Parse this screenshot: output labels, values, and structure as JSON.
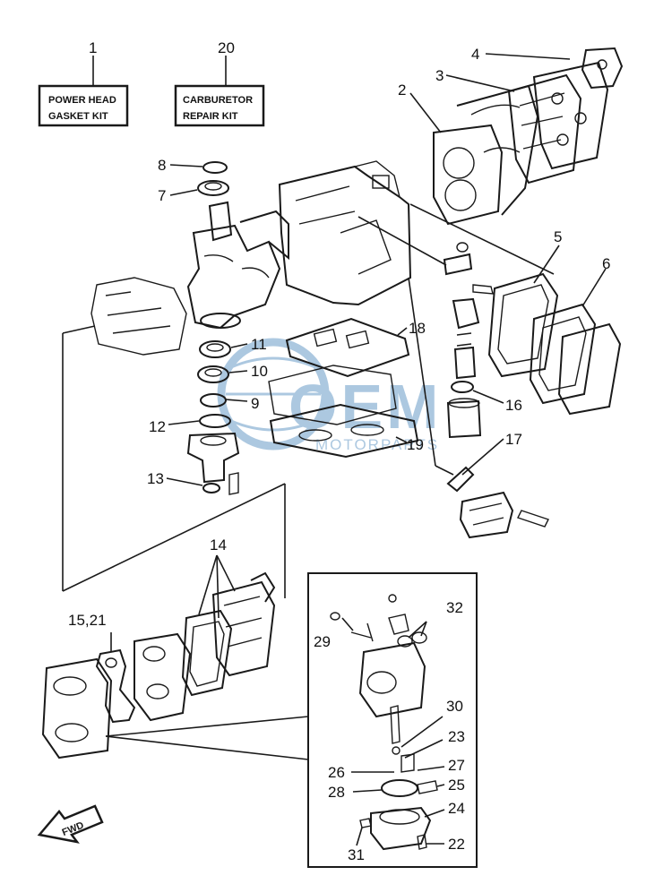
{
  "kits": [
    {
      "number": "1",
      "line1": "POWER HEAD",
      "line2": "GASKET KIT"
    },
    {
      "number": "20",
      "line1": "CARBURETOR",
      "line2": "REPAIR KIT"
    }
  ],
  "callouts": {
    "c2": "2",
    "c3": "3",
    "c4": "4",
    "c5": "5",
    "c6": "6",
    "c7": "7",
    "c8": "8",
    "c9": "9",
    "c10": "10",
    "c11": "11",
    "c12": "12",
    "c13": "13",
    "c14": "14",
    "c15_21": "15,21",
    "c16": "16",
    "c17": "17",
    "c18": "18",
    "c19": "19",
    "c22": "22",
    "c23": "23",
    "c24": "24",
    "c25": "25",
    "c26": "26",
    "c27": "27",
    "c28": "28",
    "c29": "29",
    "c30": "30",
    "c31": "31",
    "c32": "32"
  },
  "fwd_label": "FWD",
  "watermark": {
    "logo": "OEM",
    "sub": "MOTORPARTS"
  },
  "colors": {
    "ink": "#1a1a1a",
    "watermark_blue": "#6a9cc8",
    "paper": "#ffffff"
  }
}
